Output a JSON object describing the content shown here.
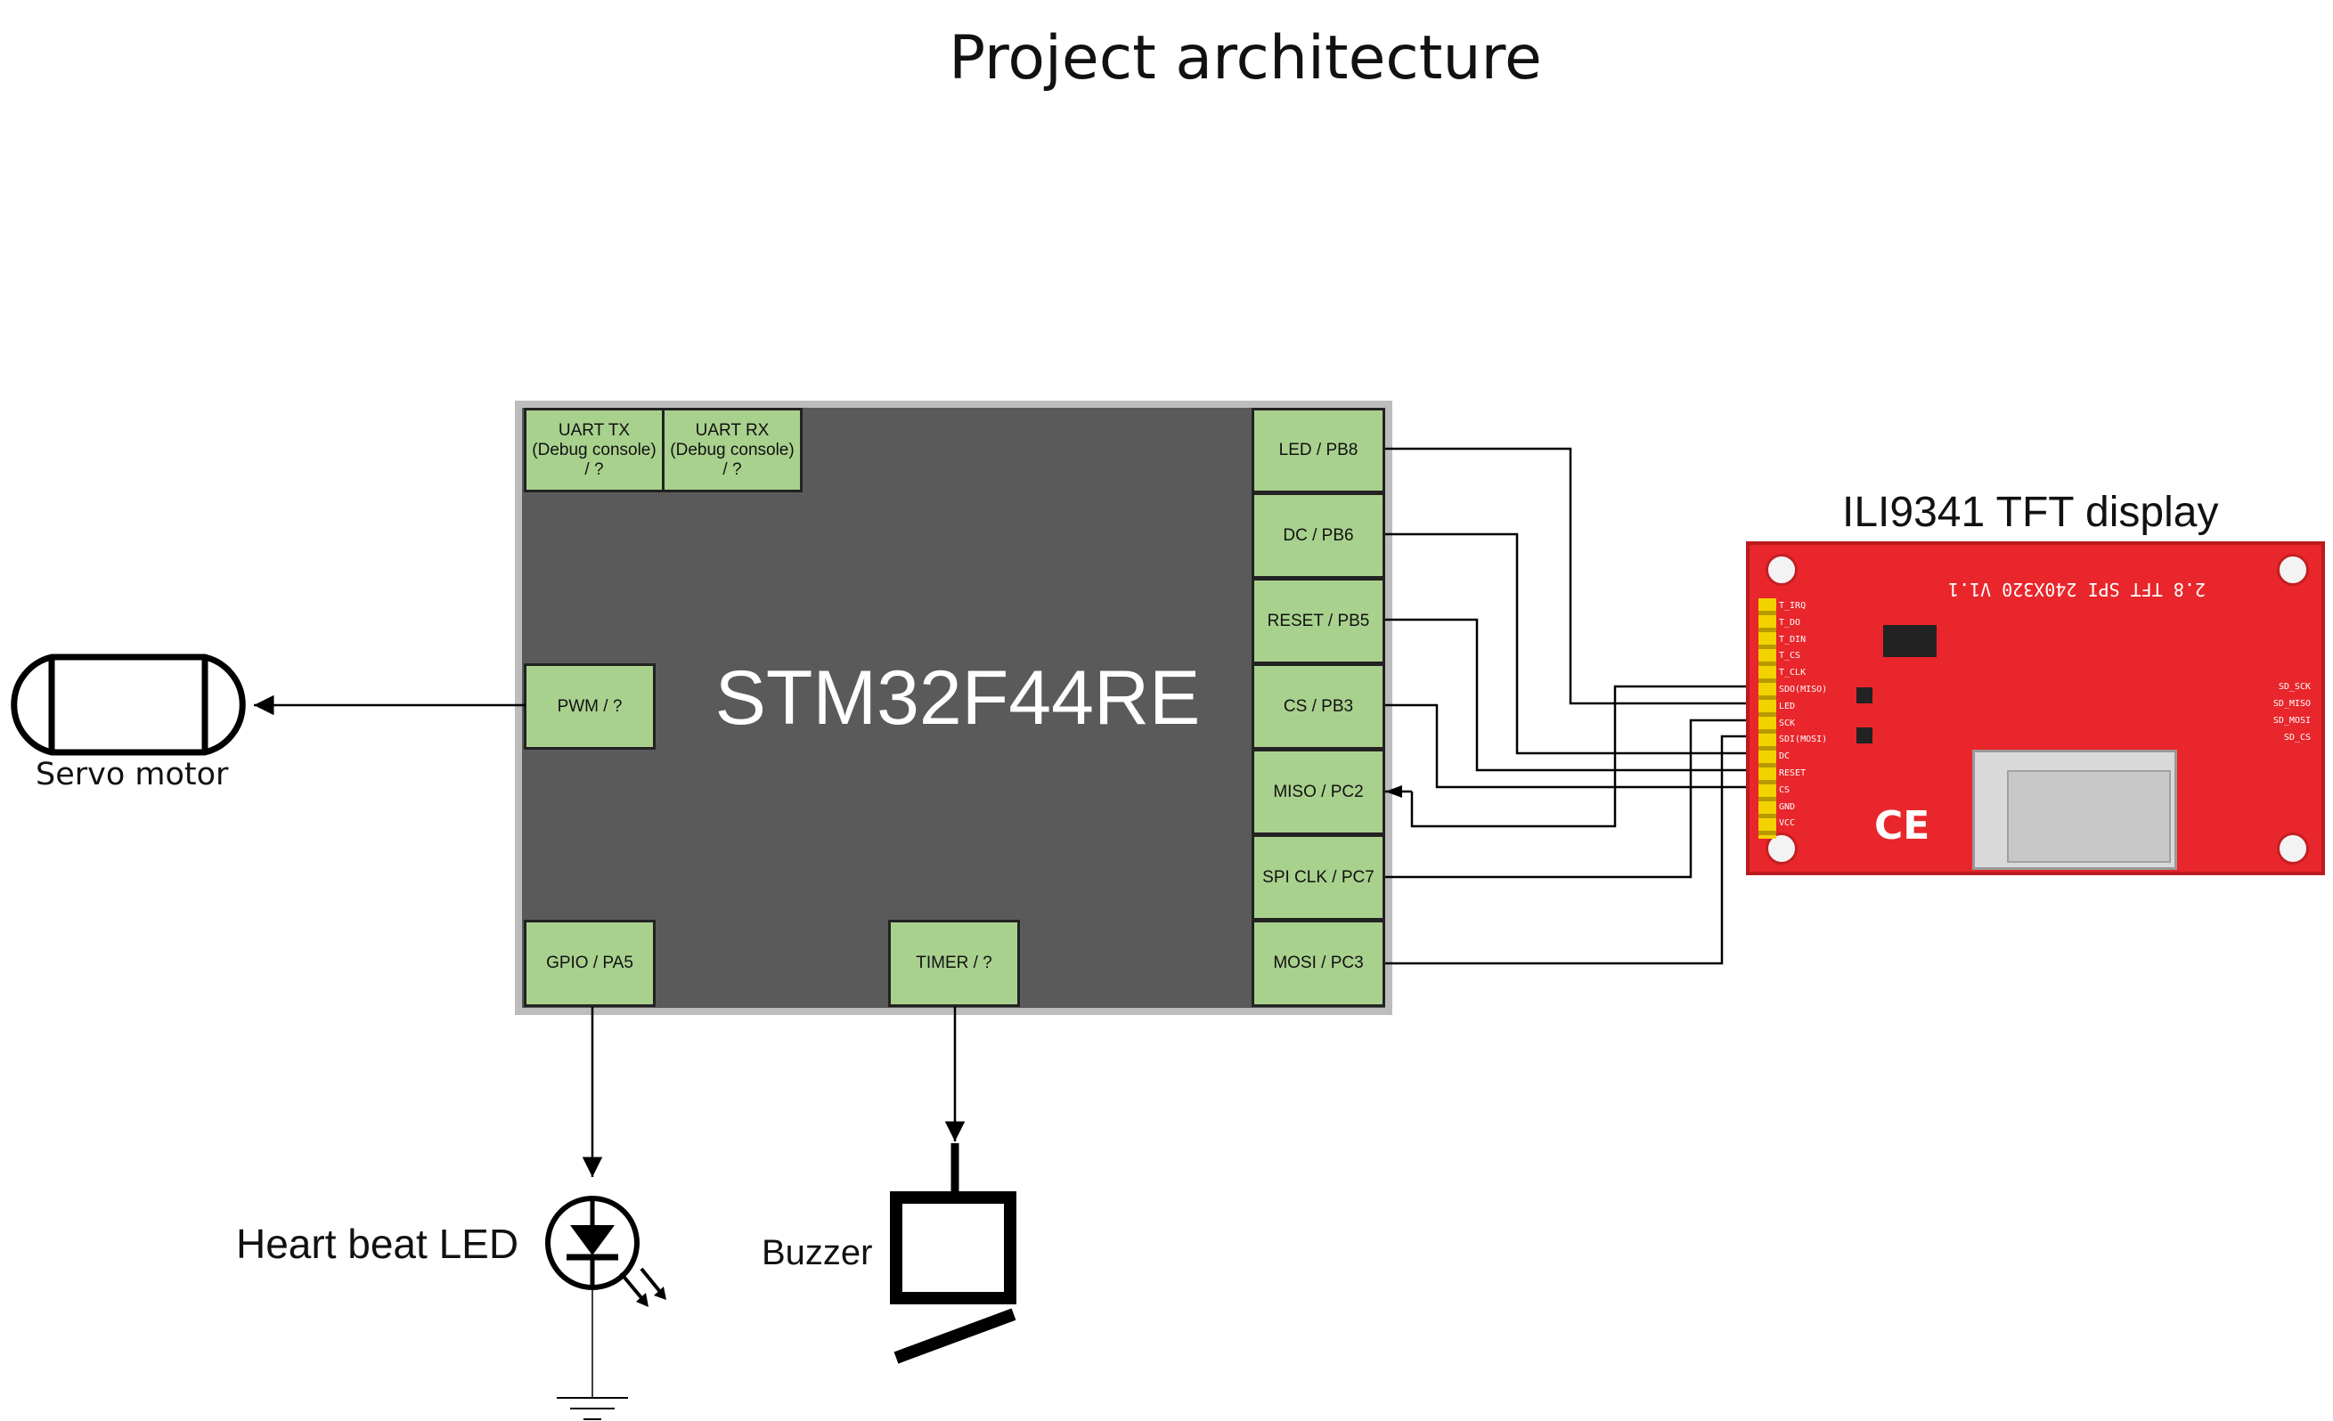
{
  "title": "Project architecture",
  "mcu": {
    "label": "STM32F44RE"
  },
  "pins": {
    "uart_tx": "UART TX\n(Debug console)\n/ ?",
    "uart_rx": "UART RX\n(Debug console)\n/ ?",
    "pwm": "PWM  / ?",
    "gpio": "GPIO / PA5",
    "timer": "TIMER  / ?",
    "led": "LED / PB8",
    "dc": "DC / PB6",
    "reset": "RESET / PB5",
    "cs": "CS / PB3",
    "miso": "MISO / PC2",
    "spi_clk": "SPI CLK / PC7",
    "mosi": "MOSI / PC3"
  },
  "components": {
    "servo": "Servo motor",
    "led": "Heart beat LED",
    "buzzer": "Buzzer",
    "tft": "ILI9341 TFT display"
  },
  "tft_board": {
    "silk_top": "2.8 TFT SPI 240X320 V1.1",
    "pin_labels": [
      "T_IRQ",
      "T_DO",
      "T_DIN",
      "T_CS",
      "T_CLK",
      "SDO(MISO)",
      "LED",
      "SCK",
      "SDI(MOSI)",
      "DC",
      "RESET",
      "CS",
      "GND",
      "VCC"
    ],
    "sd_labels": [
      "SD_SCK",
      "SD_MISO",
      "SD_MOSI",
      "SD_CS"
    ],
    "marks": "CE"
  }
}
